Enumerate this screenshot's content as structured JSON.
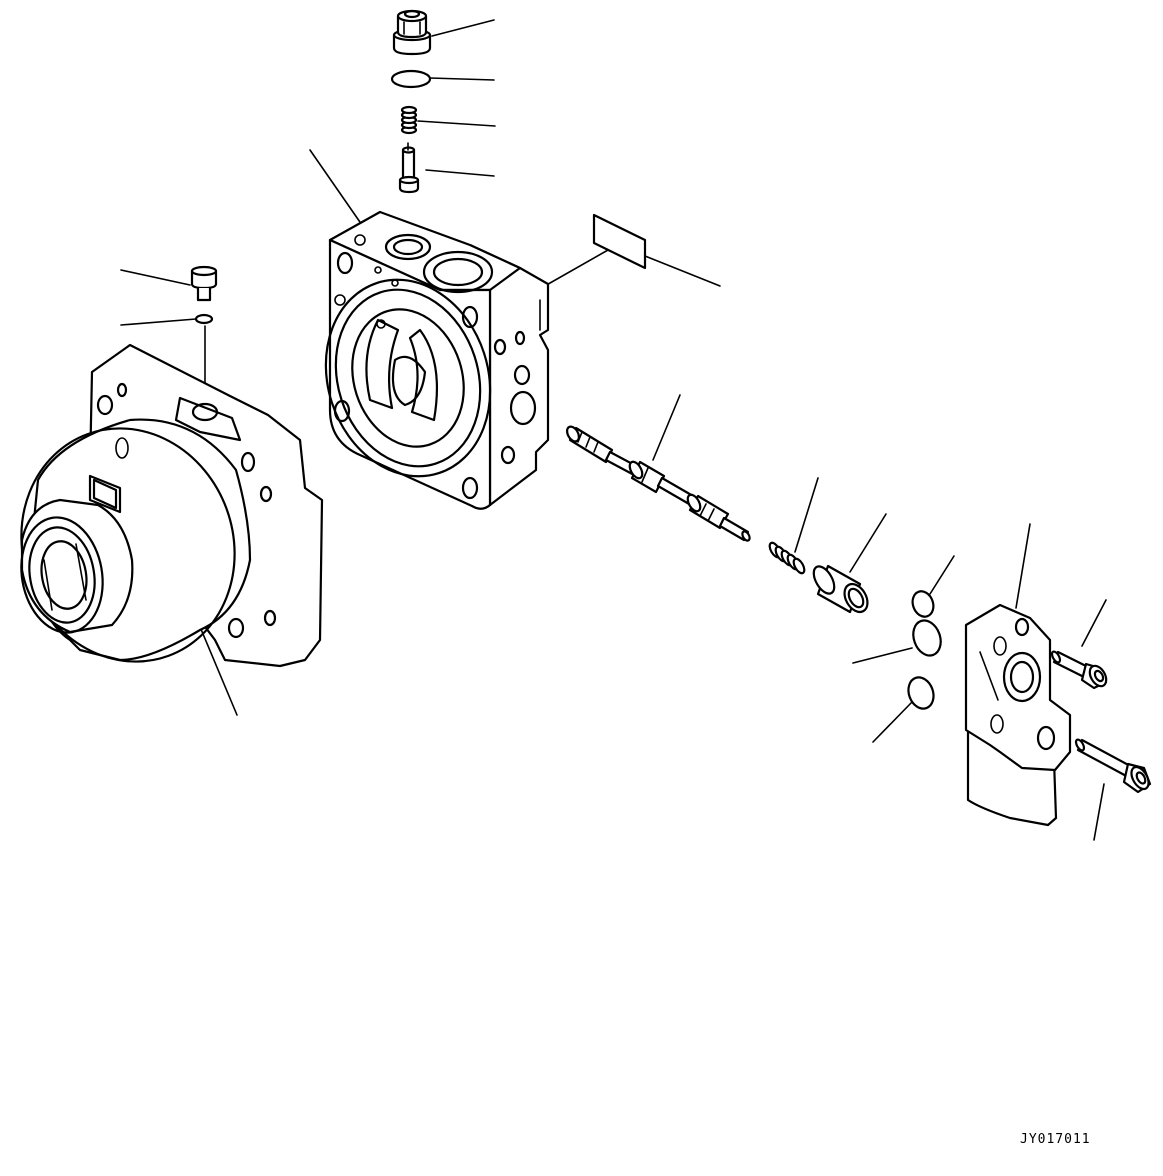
{
  "drawing": {
    "code": "JY017011"
  },
  "parts": [
    {
      "name": "plug"
    },
    {
      "name": "o-ring-top"
    },
    {
      "name": "spring-top"
    },
    {
      "name": "piston-pin"
    },
    {
      "name": "valve-block"
    },
    {
      "name": "label-plate"
    },
    {
      "name": "small-plug"
    },
    {
      "name": "small-o-ring"
    },
    {
      "name": "pump-housing"
    },
    {
      "name": "spool"
    },
    {
      "name": "spring-small"
    },
    {
      "name": "sleeve"
    },
    {
      "name": "o-rings"
    },
    {
      "name": "cover"
    },
    {
      "name": "bolts"
    }
  ]
}
